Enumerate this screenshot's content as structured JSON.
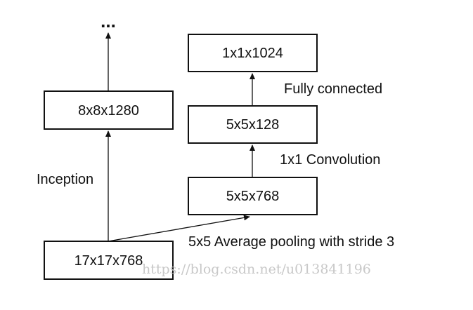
{
  "diagram": {
    "nodes": {
      "input": "17x17x768",
      "inception_out": "8x8x1280",
      "pool_out": "5x5x768",
      "conv_out": "5x5x128",
      "fc_out": "1x1x1024"
    },
    "edges": {
      "inception": "Inception",
      "avg_pool": "5x5 Average pooling with stride 3",
      "conv": "1x1 Convolution",
      "fc": "Fully connected"
    },
    "continuation": "..."
  },
  "watermark": "https://blog.csdn.net/u013841196"
}
